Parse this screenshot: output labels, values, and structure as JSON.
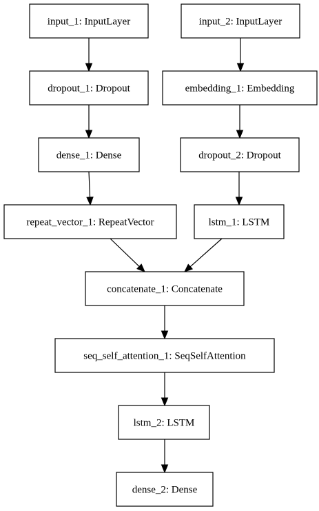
{
  "nodes": [
    {
      "id": "input_1",
      "label": "input_1: InputLayer"
    },
    {
      "id": "input_2",
      "label": "input_2: InputLayer"
    },
    {
      "id": "dropout_1",
      "label": "dropout_1: Dropout"
    },
    {
      "id": "embedding_1",
      "label": "embedding_1: Embedding"
    },
    {
      "id": "dense_1",
      "label": "dense_1: Dense"
    },
    {
      "id": "dropout_2",
      "label": "dropout_2: Dropout"
    },
    {
      "id": "repeat_vector_1",
      "label": "repeat_vector_1: RepeatVector"
    },
    {
      "id": "lstm_1",
      "label": "lstm_1: LSTM"
    },
    {
      "id": "concatenate_1",
      "label": "concatenate_1: Concatenate"
    },
    {
      "id": "seq_self_attention_1",
      "label": "seq_self_attention_1: SeqSelfAttention"
    },
    {
      "id": "lstm_2",
      "label": "lstm_2: LSTM"
    },
    {
      "id": "dense_2",
      "label": "dense_2: Dense"
    }
  ],
  "edges": [
    {
      "from": "input_1",
      "to": "dropout_1"
    },
    {
      "from": "dropout_1",
      "to": "dense_1"
    },
    {
      "from": "dense_1",
      "to": "repeat_vector_1"
    },
    {
      "from": "input_2",
      "to": "embedding_1"
    },
    {
      "from": "embedding_1",
      "to": "dropout_2"
    },
    {
      "from": "dropout_2",
      "to": "lstm_1"
    },
    {
      "from": "repeat_vector_1",
      "to": "concatenate_1"
    },
    {
      "from": "lstm_1",
      "to": "concatenate_1"
    },
    {
      "from": "concatenate_1",
      "to": "seq_self_attention_1"
    },
    {
      "from": "seq_self_attention_1",
      "to": "lstm_2"
    },
    {
      "from": "lstm_2",
      "to": "dense_2"
    }
  ]
}
